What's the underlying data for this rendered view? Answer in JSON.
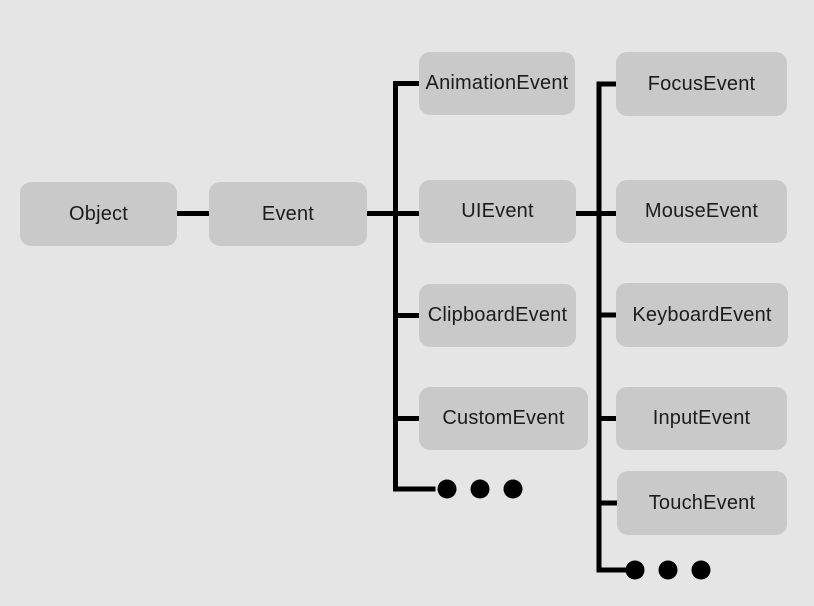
{
  "diagram": {
    "description": "DOM event class inheritance hierarchy",
    "colors": {
      "background": "#e5e5e5",
      "node_fill": "#c9c9c9",
      "node_text": "#1c1c1c",
      "line": "#000000"
    },
    "nodes": {
      "object": {
        "label": "Object"
      },
      "event": {
        "label": "Event"
      },
      "animation": {
        "label": "AnimationEvent"
      },
      "ui": {
        "label": "UIEvent"
      },
      "clipboard": {
        "label": "ClipboardEvent"
      },
      "custom": {
        "label": "CustomEvent"
      },
      "focus": {
        "label": "FocusEvent"
      },
      "mouse": {
        "label": "MouseEvent"
      },
      "keyboard": {
        "label": "KeyboardEvent"
      },
      "input": {
        "label": "InputEvent"
      },
      "touch": {
        "label": "TouchEvent"
      }
    },
    "edges": [
      {
        "from": "Object",
        "to": "Event"
      },
      {
        "from": "Event",
        "to": "AnimationEvent"
      },
      {
        "from": "Event",
        "to": "UIEvent"
      },
      {
        "from": "Event",
        "to": "ClipboardEvent"
      },
      {
        "from": "Event",
        "to": "CustomEvent"
      },
      {
        "from": "Event",
        "to": "…more"
      },
      {
        "from": "UIEvent",
        "to": "FocusEvent"
      },
      {
        "from": "UIEvent",
        "to": "MouseEvent"
      },
      {
        "from": "UIEvent",
        "to": "KeyboardEvent"
      },
      {
        "from": "UIEvent",
        "to": "InputEvent"
      },
      {
        "from": "UIEvent",
        "to": "TouchEvent"
      },
      {
        "from": "UIEvent",
        "to": "…more"
      }
    ],
    "ellipsis": {
      "event_children_more": "•••",
      "uievent_children_more": "•••"
    }
  }
}
